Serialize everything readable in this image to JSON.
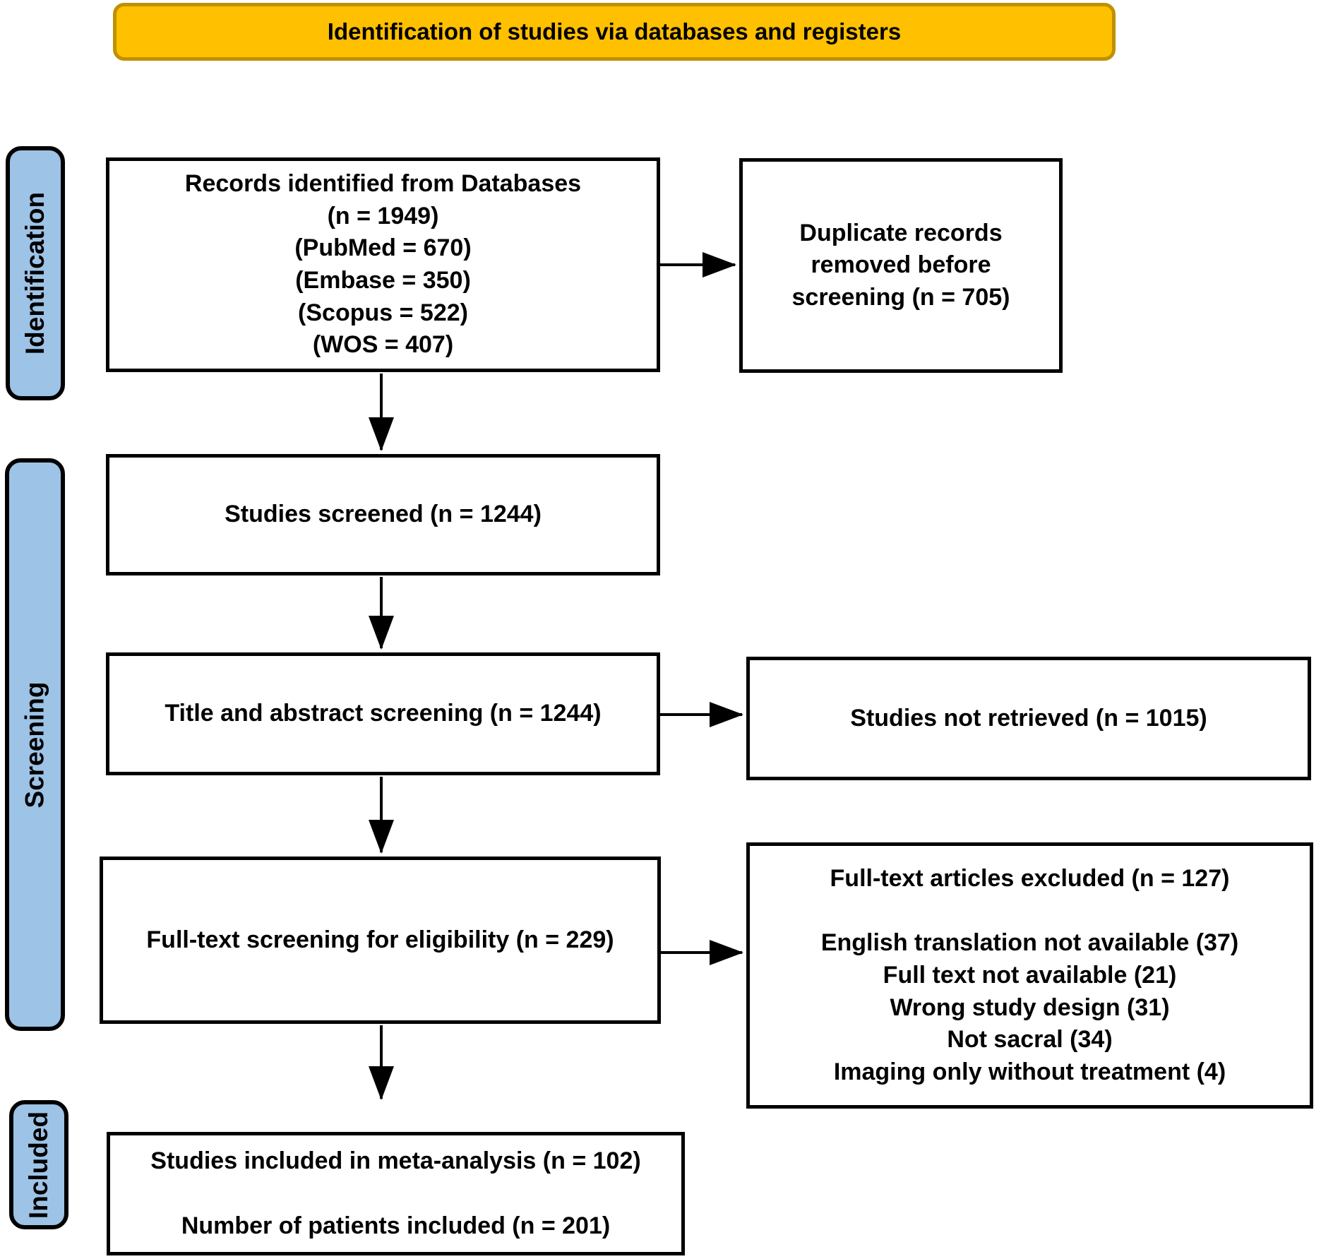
{
  "banner": {
    "label": "Identification of studies via databases and registers"
  },
  "stages": {
    "identification": "Identification",
    "screening": "Screening",
    "included": "Included"
  },
  "boxes": {
    "records": {
      "lines": [
        "Records identified from Databases",
        "(n = 1949)",
        "(PubMed = 670)",
        "(Embase = 350)",
        "(Scopus = 522)",
        "(WOS = 407)"
      ]
    },
    "duplicates": {
      "lines": [
        "Duplicate records",
        "removed before",
        "screening (n = 705)"
      ]
    },
    "screened": {
      "label": "Studies screened (n = 1244)"
    },
    "title_abstract": {
      "label": "Title and abstract screening (n = 1244)"
    },
    "not_retrieved": {
      "label": "Studies not retrieved (n = 1015)"
    },
    "fulltext": {
      "label": "Full-text screening for eligibility (n = 229)"
    },
    "excluded": {
      "heading": "Full-text articles excluded (n = 127)",
      "reasons": [
        "English translation not available (37)",
        "Full text not available (21)",
        "Wrong study design (31)",
        "Not sacral (34)",
        "Imaging only without treatment (4)"
      ]
    },
    "included": {
      "lines": [
        "Studies included in meta-analysis (n = 102)",
        "Number of patients included (n = 201)"
      ]
    }
  },
  "colors": {
    "banner_fill": "#FFC000",
    "banner_border": "#BF9000",
    "stage_fill": "#9DC3E6",
    "line": "#000000"
  }
}
